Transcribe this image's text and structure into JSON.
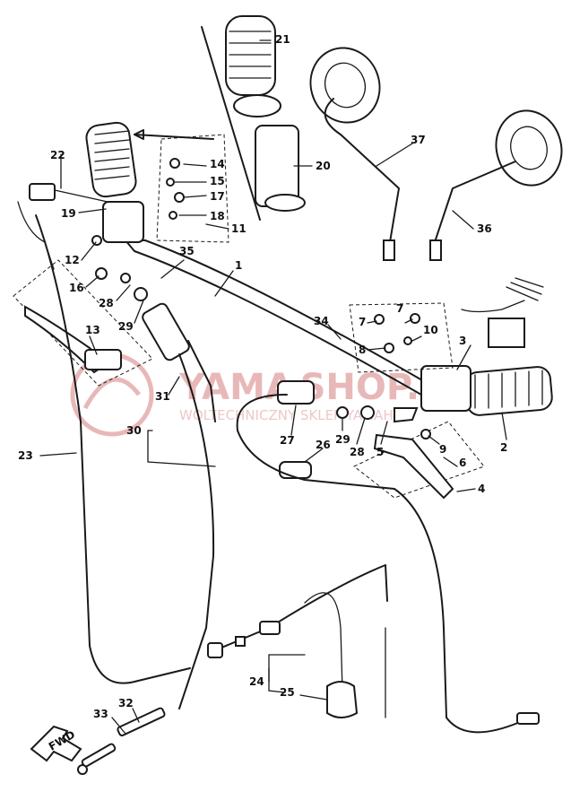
{
  "watermark": {
    "brand": "YAMA",
    "brand2": "-SHOP.PL",
    "tagline": "WOLTECHNICZNY SKLEP YAMAHA",
    "color": "#e3a7a7"
  },
  "arrow_label": "FWD",
  "callouts": [
    {
      "id": "c1",
      "text": "1"
    },
    {
      "id": "c2",
      "text": "2"
    },
    {
      "id": "c4",
      "text": "4"
    },
    {
      "id": "c5",
      "text": "5"
    },
    {
      "id": "c6",
      "text": "6"
    },
    {
      "id": "c7a",
      "text": "7"
    },
    {
      "id": "c7b",
      "text": "7"
    },
    {
      "id": "c8",
      "text": "8"
    },
    {
      "id": "c9",
      "text": "9"
    },
    {
      "id": "c10",
      "text": "10"
    },
    {
      "id": "c11",
      "text": "11"
    },
    {
      "id": "c12",
      "text": "12"
    },
    {
      "id": "c13",
      "text": "13"
    },
    {
      "id": "c14",
      "text": "14"
    },
    {
      "id": "c15",
      "text": "15"
    },
    {
      "id": "c16",
      "text": "16"
    },
    {
      "id": "c17",
      "text": "17"
    },
    {
      "id": "c18",
      "text": "18"
    },
    {
      "id": "c19",
      "text": "19"
    },
    {
      "id": "c20",
      "text": "20"
    },
    {
      "id": "c21",
      "text": "21"
    },
    {
      "id": "c22",
      "text": "22"
    },
    {
      "id": "c23",
      "text": "23"
    },
    {
      "id": "c24",
      "text": "24"
    },
    {
      "id": "c25",
      "text": "25"
    },
    {
      "id": "c26",
      "text": "26"
    },
    {
      "id": "c27",
      "text": "27"
    },
    {
      "id": "c28a",
      "text": "28"
    },
    {
      "id": "c28b",
      "text": "28"
    },
    {
      "id": "c29a",
      "text": "29"
    },
    {
      "id": "c29b",
      "text": "29"
    },
    {
      "id": "c30",
      "text": "30"
    },
    {
      "id": "c31",
      "text": "31"
    },
    {
      "id": "c32",
      "text": "32"
    },
    {
      "id": "c33",
      "text": "33"
    },
    {
      "id": "c34",
      "text": "34"
    },
    {
      "id": "c35",
      "text": "35"
    },
    {
      "id": "c36",
      "text": "36"
    },
    {
      "id": "c37",
      "text": "37"
    },
    {
      "id": "c3",
      "text": "3"
    }
  ]
}
